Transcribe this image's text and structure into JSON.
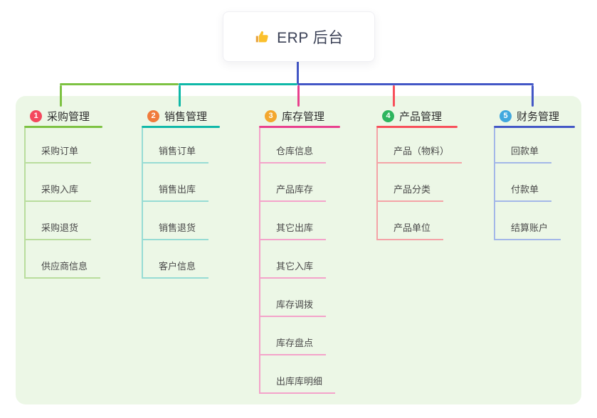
{
  "root": {
    "title": "ERP 后台",
    "icon": "thumbs-up-icon"
  },
  "branches": [
    {
      "num": "1",
      "label": "采购管理",
      "badge_color": "#f4485e",
      "line_color": "#7dc242",
      "light_color": "#b9dd9d",
      "items": [
        "采购订单",
        "采购入库",
        "采购退货",
        "供应商信息"
      ]
    },
    {
      "num": "2",
      "label": "销售管理",
      "badge_color": "#f07b3c",
      "line_color": "#0fb8a8",
      "light_color": "#97dcd4",
      "items": [
        "销售订单",
        "销售出库",
        "销售退货",
        "客户信息"
      ]
    },
    {
      "num": "3",
      "label": "库存管理",
      "badge_color": "#f3a72e",
      "line_color": "#e9408e",
      "light_color": "#f4a3ca",
      "items": [
        "仓库信息",
        "产品库存",
        "其它出库",
        "其它入库",
        "库存调拨",
        "库存盘点",
        "出库库明细"
      ]
    },
    {
      "num": "4",
      "label": "产品管理",
      "badge_color": "#2eb55e",
      "line_color": "#f84f5a",
      "light_color": "#f4a3a7",
      "items": [
        "产品（物料）",
        "产品分类",
        "产品单位"
      ]
    },
    {
      "num": "5",
      "label": "财务管理",
      "badge_color": "#41a8de",
      "line_color": "#4357c6",
      "light_color": "#a3b7e8",
      "items": [
        "回款单",
        "付款单",
        "结算账户"
      ]
    }
  ],
  "canvas": {
    "background": "#ffffff",
    "panel_color": "#ecf7e6",
    "root_line_color": "#4357c6"
  }
}
